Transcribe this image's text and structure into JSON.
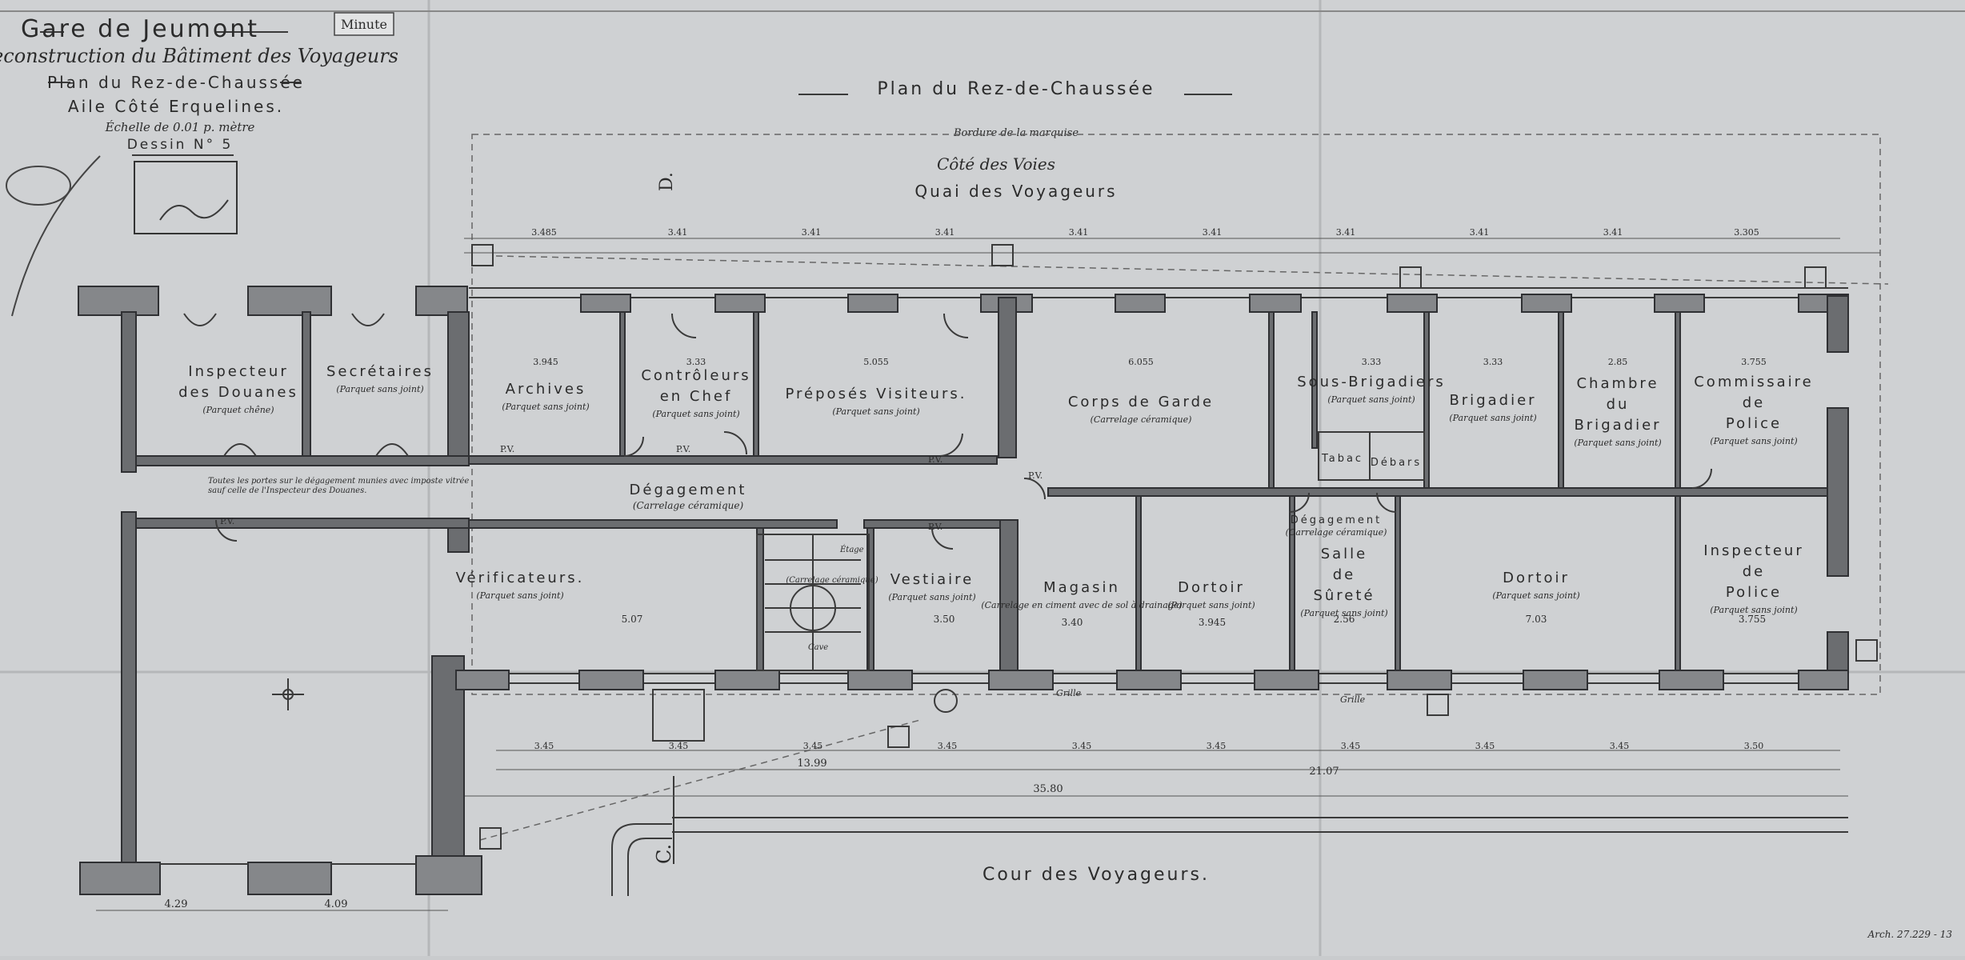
{
  "title_block": {
    "station": "Gare de Jeumont",
    "project": "Reconstruction du Bâtiment des Voyageurs",
    "plan": "Plan du Rez-de-Chaussée",
    "wing": "Aile Côté Erquelines.",
    "scale": "Échelle de 0.01 p. mètre",
    "drawing_no": "Dessin N° 5",
    "stamp_label": "Minute"
  },
  "plan_title": "Plan du Rez-de-Chaussée",
  "top_notes": {
    "bordure": "Bordure de la marquise",
    "cote": "Côté des Voies",
    "quai": "Quai des Voyageurs"
  },
  "bottom_label": "Cour des Voyageurs.",
  "section_marks": {
    "top": "D.",
    "bottom": "C."
  },
  "corridor": {
    "label": "Dégagement",
    "floor": "(Carrelage céramique)",
    "note": "Toutes les portes sur le dégagement munies avec imposte vitrée sauf celle de l'Inspecteur des Douanes."
  },
  "rooms": [
    {
      "id": "inspecteur-douanes",
      "lines": [
        "Inspecteur",
        "des Douanes"
      ],
      "floor": "(Parquet chêne)"
    },
    {
      "id": "secretaires",
      "lines": [
        "Secrétaires"
      ],
      "floor": "(Parquet sans joint)"
    },
    {
      "id": "archives",
      "lines": [
        "Archives"
      ],
      "floor": "(Parquet sans joint)"
    },
    {
      "id": "controleurs",
      "lines": [
        "Contrôleurs",
        "en Chef"
      ],
      "floor": "(Parquet sans joint)"
    },
    {
      "id": "preposes",
      "lines": [
        "Préposés Visiteurs."
      ],
      "floor": "(Parquet sans joint)"
    },
    {
      "id": "corps-garde",
      "lines": [
        "Corps de Garde"
      ],
      "floor": "(Carrelage céramique)"
    },
    {
      "id": "sous-brigadiers",
      "lines": [
        "Sous-Brigadiers"
      ],
      "floor": "(Parquet sans joint)"
    },
    {
      "id": "brigadier",
      "lines": [
        "Brigadier"
      ],
      "floor": "(Parquet sans joint)"
    },
    {
      "id": "chambre-brigadier",
      "lines": [
        "Chambre",
        "du",
        "Brigadier"
      ],
      "floor": "(Parquet sans joint)"
    },
    {
      "id": "commissaire",
      "lines": [
        "Commissaire",
        "de",
        "Police"
      ],
      "floor": "(Parquet sans joint)"
    },
    {
      "id": "verificateurs",
      "lines": [
        "Vérificateurs."
      ],
      "floor": "(Parquet sans joint)"
    },
    {
      "id": "vestiaire",
      "lines": [
        "Vestiaire"
      ],
      "floor": "(Parquet sans joint)"
    },
    {
      "id": "magasin",
      "lines": [
        "Magasin"
      ],
      "floor": "(Carrelage en ciment avec de sol à drainage)"
    },
    {
      "id": "dortoir-1",
      "lines": [
        "Dortoir"
      ],
      "floor": "(Parquet sans joint)"
    },
    {
      "id": "salle-surete",
      "lines": [
        "Salle",
        "de",
        "Sûreté"
      ],
      "floor": "(Parquet sans joint)"
    },
    {
      "id": "dortoir-2",
      "lines": [
        "Dortoir"
      ],
      "floor": "(Parquet sans joint)"
    },
    {
      "id": "inspecteur-police",
      "lines": [
        "Inspecteur",
        "de",
        "Police"
      ],
      "floor": "(Parquet sans joint)"
    },
    {
      "id": "degagement-2",
      "lines": [
        "Dégagement"
      ],
      "floor": "(Carrelage céramique)"
    },
    {
      "id": "tabac",
      "lines": [
        "Tabac"
      ],
      "floor": ""
    },
    {
      "id": "debar",
      "lines": [
        "Débars"
      ],
      "floor": ""
    }
  ],
  "stair_labels": {
    "up": "Étage",
    "down": "Cave",
    "floor": "(Carrelage céramique)"
  },
  "pv_label": "P.V.",
  "grille_label": "Grille",
  "top_dims": [
    "3.485",
    "3.41",
    "3.41",
    "3.41",
    "3.41",
    "3.41",
    "3.41",
    "3.41",
    "3.41",
    "3.305"
  ],
  "room_dims": [
    "3.945",
    "3.33",
    "5.055",
    "6.055",
    "3.33",
    "3.33",
    "2.85",
    "3.755"
  ],
  "bottom_dims": [
    "3.45",
    "3.45",
    "3.45",
    "3.45",
    "3.45",
    "3.45",
    "3.45",
    "3.45",
    "3.45",
    "3.50"
  ],
  "overall_dims": [
    "13.99",
    "35.80",
    "21.07"
  ],
  "left_dims": [
    "4.29",
    "4.09"
  ],
  "inner_dims": [
    "5.07",
    "3.50",
    "3.40",
    "3.945",
    "2.56",
    "7.03",
    "3.755"
  ],
  "archive_ref": "Arch. 27.229 - 13"
}
